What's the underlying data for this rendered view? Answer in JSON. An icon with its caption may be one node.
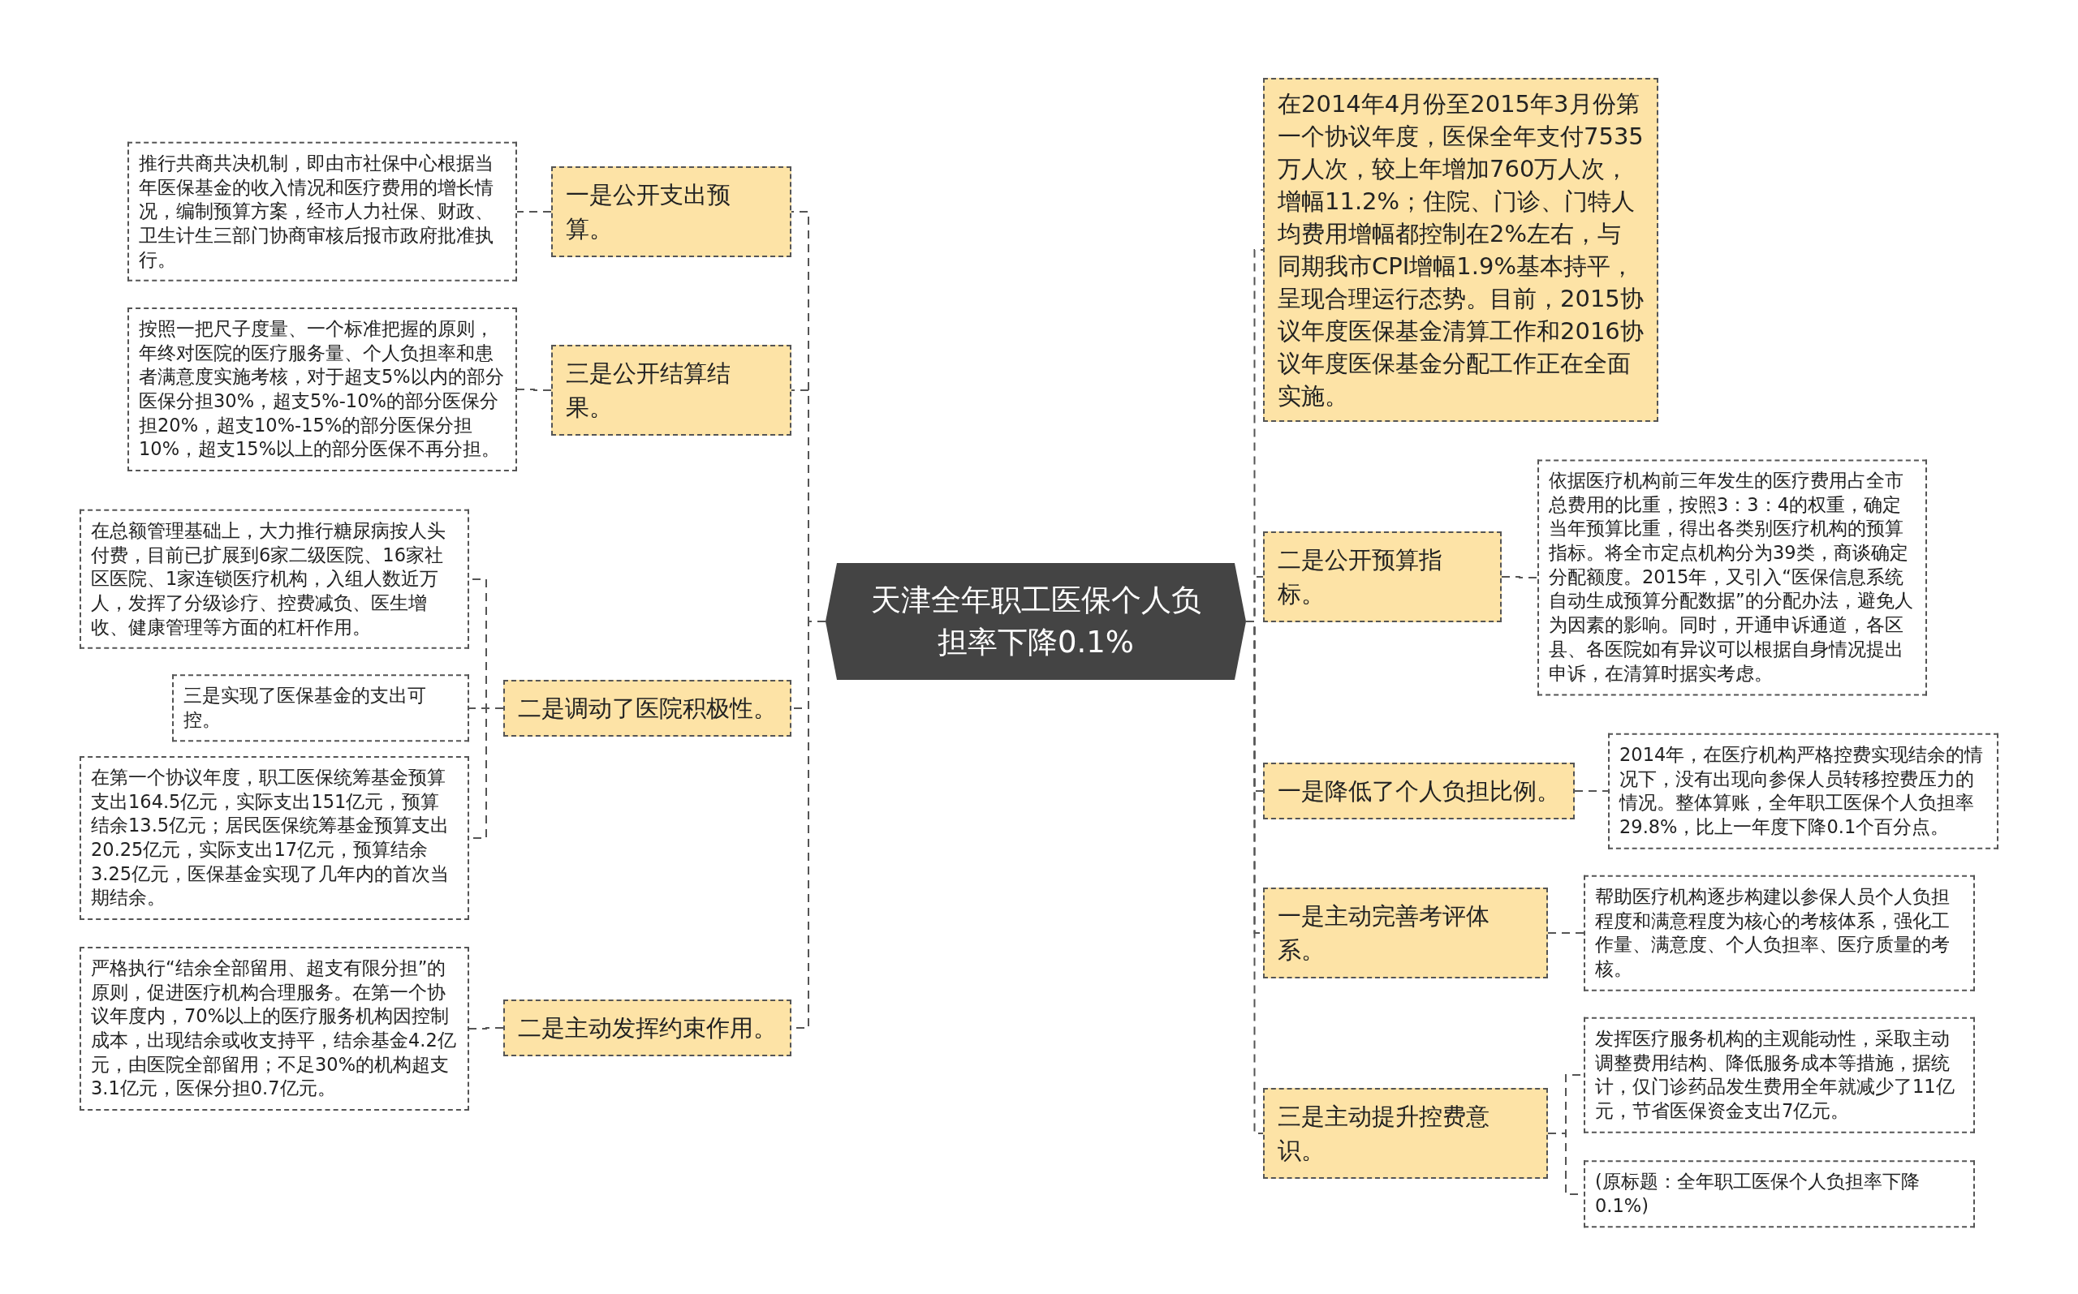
{
  "diagram": {
    "nodes": [
      {
        "text": [
          "天津全年职工医保个人负担率下降0.1%"
        ]
      },
      {
        "text": [
          "一是公开支出预算。"
        ]
      },
      {
        "text": [
          "推行共商共决机制，即由市社保中心根据当年医保基金的收入情况和医疗费用的增长情况，编制预算方案，经市人力社保、财政、卫生计生三部门协商审核后报市政府批准执行。"
        ]
      },
      {
        "text": [
          "三是公开结算结果。"
        ]
      },
      {
        "text": [
          "按照一把尺子度量、一个标准把握的原则，年终对医院的医疗服务量、个人负担率和患者满意度实施考核，对于超支5%以内的部分医保分担30%，超支5%-10%的部分医保分担20%，超支10%-15%的部分医保分担10%，超支15%以上的部分医保不再分担。"
        ]
      },
      {
        "text": [
          "二是调动了医院积极性。"
        ]
      },
      {
        "text": [
          "在总额管理基础上，大力推行糖尿病按人头付费，目前已扩展到6家二级医院、16家社区医院、1家连锁医疗机构，入组人数近万人，发挥了分级诊疗、控费减负、医生增收、健康管理等方面的杠杆作用。"
        ]
      },
      {
        "text": [
          "三是实现了医保基金的支出可控。"
        ]
      },
      {
        "text": [
          "在第一个协议年度，职工医保统筹基金预算支出164.5亿元，实际支出151亿元，预算结余13.5亿元；居民医保统筹基金预算支出20.25亿元，实际支出17亿元，预算结余3.25亿元，医保基金实现了几年内的首次当期结余。"
        ]
      },
      {
        "text": [
          "二是主动发挥约束作用。"
        ]
      },
      {
        "text": [
          "严格执行“结余全部留用、超支有限分担”的原则，促进医疗机构合理服务。在第一个协议年度内，70%以上的医疗服务机构因控制成本，出现结余或收支持平，结余基金4.2亿元，由医院全部留用；不足30%的机构超支3.1亿元，医保分担0.7亿元。"
        ]
      },
      {
        "text": [
          "在2014年4月份至2015年3月份第一个协议年度，医保全年支付7535万人次，较上年增加760万人次，增幅11.2%；住院、门诊、门特人均费用增幅都控制在2%左右，与同期我市CPI增幅1.9%基本持平，呈现合理运行态势。目前，2015协议年度医保基金清算工作和2016协议年度医保基金分配工作正在全面实施。"
        ]
      },
      {
        "text": [
          "二是公开预算指标。"
        ]
      },
      {
        "text": [
          "依据医疗机构前三年发生的医疗费用占全市总费用的比重，按照3：3：4的权重，确定当年预算比重，得出各类别医疗机构的预算指标。将全市定点机构分为39类，商谈确定分配额度。2015年，又引入“医保信息系统自动生成预算分配数据”的分配办法，避免人为因素的影响。同时，开通申诉通道，各区县、各医院如有异议可以根据自身情况提出申诉，在清算时据实考虑。"
        ]
      },
      {
        "text": [
          "一是降低了个人负担比例。"
        ]
      },
      {
        "text": [
          "2014年，在医疗机构严格控费实现结余的情况下，没有出现向参保人员转移控费压力的情况。整体算账，全年职工医保个人负担率29.8%，比上一年度下降0.1个百分点。"
        ]
      },
      {
        "text": [
          "一是主动完善考评体系。"
        ]
      },
      {
        "text": [
          "帮助医疗机构逐步构建以参保人员个人负担程度和满意程度为核心的考核体系，强化工作量、满意度、个人负担率、医疗质量的考核。"
        ]
      },
      {
        "text": [
          "三是主动提升控费意识。"
        ]
      },
      {
        "text": [
          "发挥医疗服务机构的主观能动性，采取主动调整费用结构、降低服务成本等措施，据统计，仅门诊药品发生费用全年就减少了11亿元，节省医保资金支出7亿元。"
        ]
      },
      {
        "text": [
          "(原标题：全年职工医保个人负担率下降0.1%)"
        ]
      }
    ],
    "edges": [
      {
        "from": 0,
        "to": 1,
        "arrow": "none"
      },
      {
        "from": 1,
        "to": 2,
        "arrow": "none"
      },
      {
        "from": 0,
        "to": 3,
        "arrow": "none"
      },
      {
        "from": 3,
        "to": 4,
        "arrow": "none"
      },
      {
        "from": 0,
        "to": 5,
        "arrow": "none"
      },
      {
        "from": 5,
        "to": 6,
        "arrow": "none"
      },
      {
        "from": 5,
        "to": 7,
        "arrow": "none"
      },
      {
        "from": 5,
        "to": 8,
        "arrow": "none"
      },
      {
        "from": 0,
        "to": 9,
        "arrow": "none"
      },
      {
        "from": 9,
        "to": 10,
        "arrow": "none"
      },
      {
        "from": 0,
        "to": 11,
        "arrow": "none"
      },
      {
        "from": 0,
        "to": 12,
        "arrow": "none"
      },
      {
        "from": 12,
        "to": 13,
        "arrow": "none"
      },
      {
        "from": 0,
        "to": 14,
        "arrow": "none"
      },
      {
        "from": 14,
        "to": 15,
        "arrow": "none"
      },
      {
        "from": 0,
        "to": 16,
        "arrow": "none"
      },
      {
        "from": 16,
        "to": 17,
        "arrow": "none"
      },
      {
        "from": 0,
        "to": 18,
        "arrow": "none"
      },
      {
        "from": 18,
        "to": 19,
        "arrow": "none"
      },
      {
        "from": 18,
        "to": 20,
        "arrow": "none"
      }
    ]
  }
}
